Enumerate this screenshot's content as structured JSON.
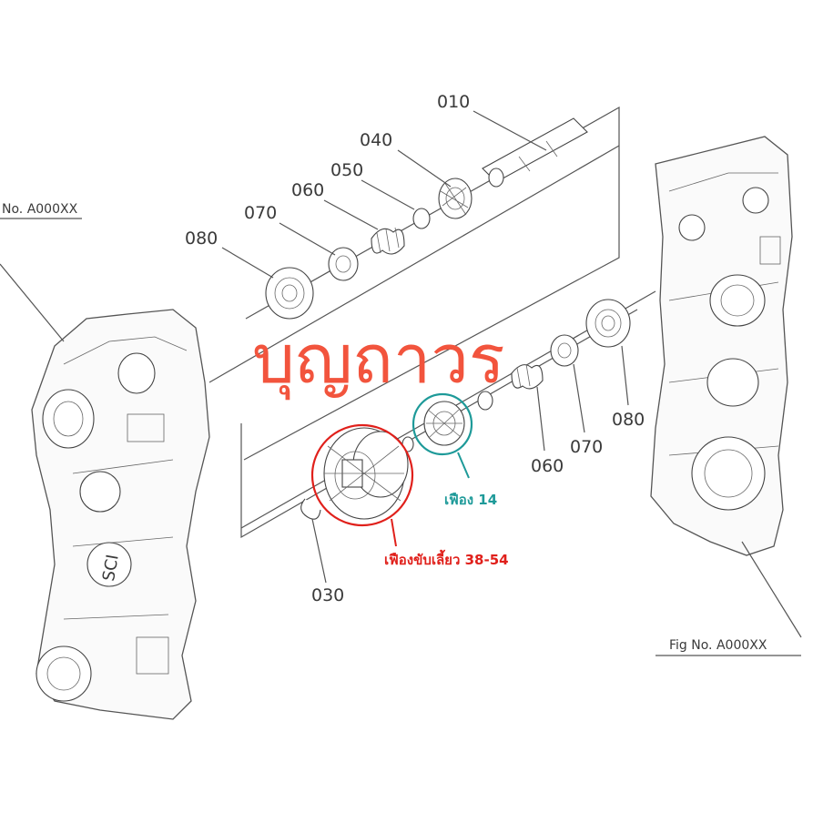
{
  "watermark": "บุญถาวร",
  "figure_refs": {
    "left": "No. A000XX",
    "right": "Fig No. A000XX"
  },
  "part_labels": {
    "p010": "010",
    "p040": "040",
    "p050": "050",
    "p060_top": "060",
    "p070_top": "070",
    "p080_top": "080",
    "p060_bottom": "060",
    "p070_bottom": "070",
    "p080_bottom": "080",
    "p030": "030"
  },
  "annotations": {
    "red_gear": "เฟืองขับเลี้ยว 38-54",
    "teal_gear": "เฟือง 14"
  },
  "colors": {
    "watermark": "#f2543d",
    "red_annotation": "#e0201b",
    "teal_annotation": "#1e9a99",
    "line_art": "#444444"
  }
}
